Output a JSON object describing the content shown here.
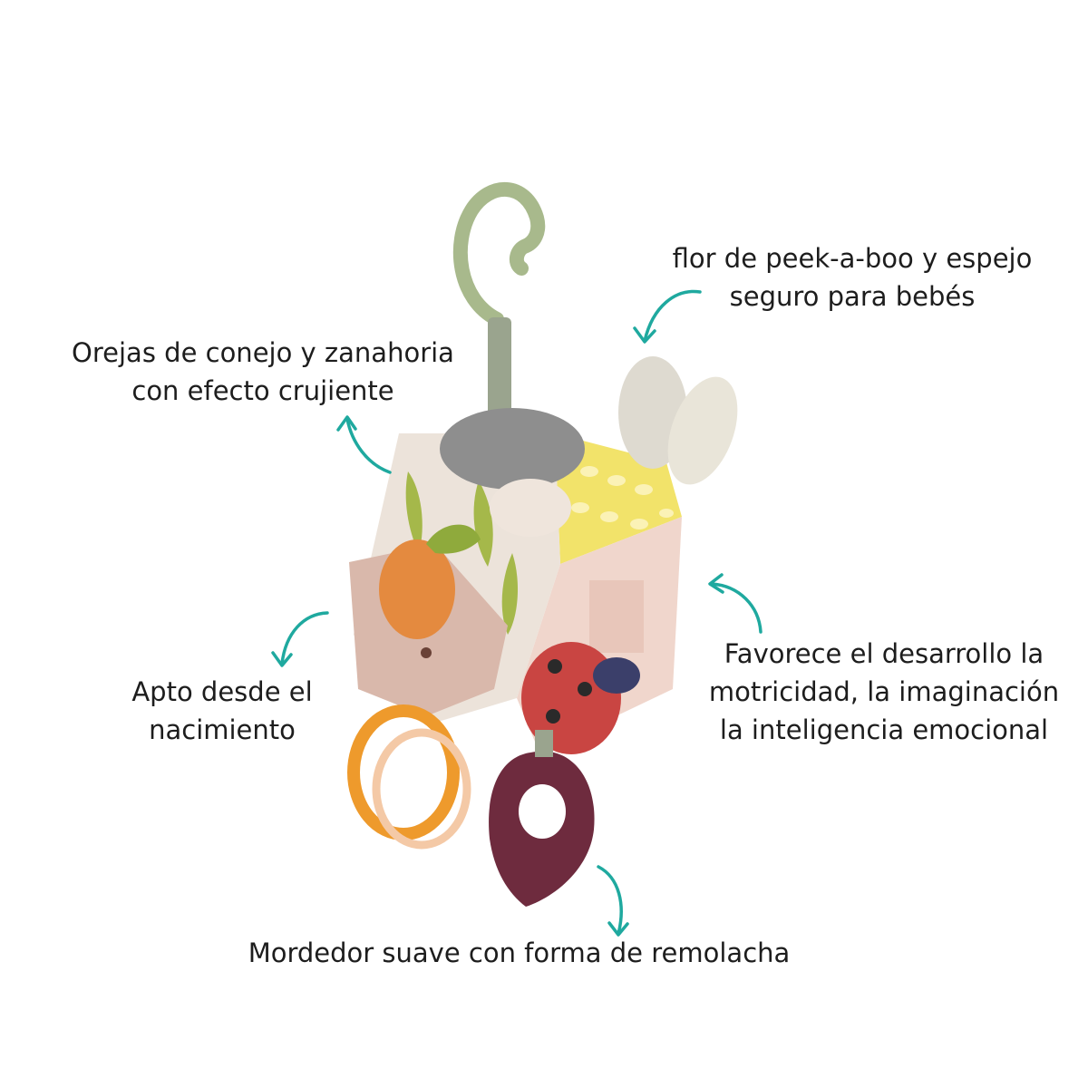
{
  "colors": {
    "arrow": "#1fa99f",
    "text": "#1d1d1d",
    "background": "#ffffff"
  },
  "callouts": {
    "flower": {
      "line1": "flor de peek-a-boo y espejo",
      "line2": "seguro para bebés"
    },
    "ears": {
      "line1": "Orejas de conejo y zanahoria",
      "line2": "con efecto crujiente"
    },
    "apto": {
      "line1": "Apto desde el",
      "line2": "nacimiento"
    },
    "development": {
      "line1": "Favorece el desarrollo la",
      "line2": "motricidad, la imaginación",
      "line3": "la inteligencia emocional"
    },
    "teether": {
      "line1": "Mordedor suave con forma de remolacha"
    }
  },
  "product": {
    "icon": "activity-cube-toy"
  }
}
